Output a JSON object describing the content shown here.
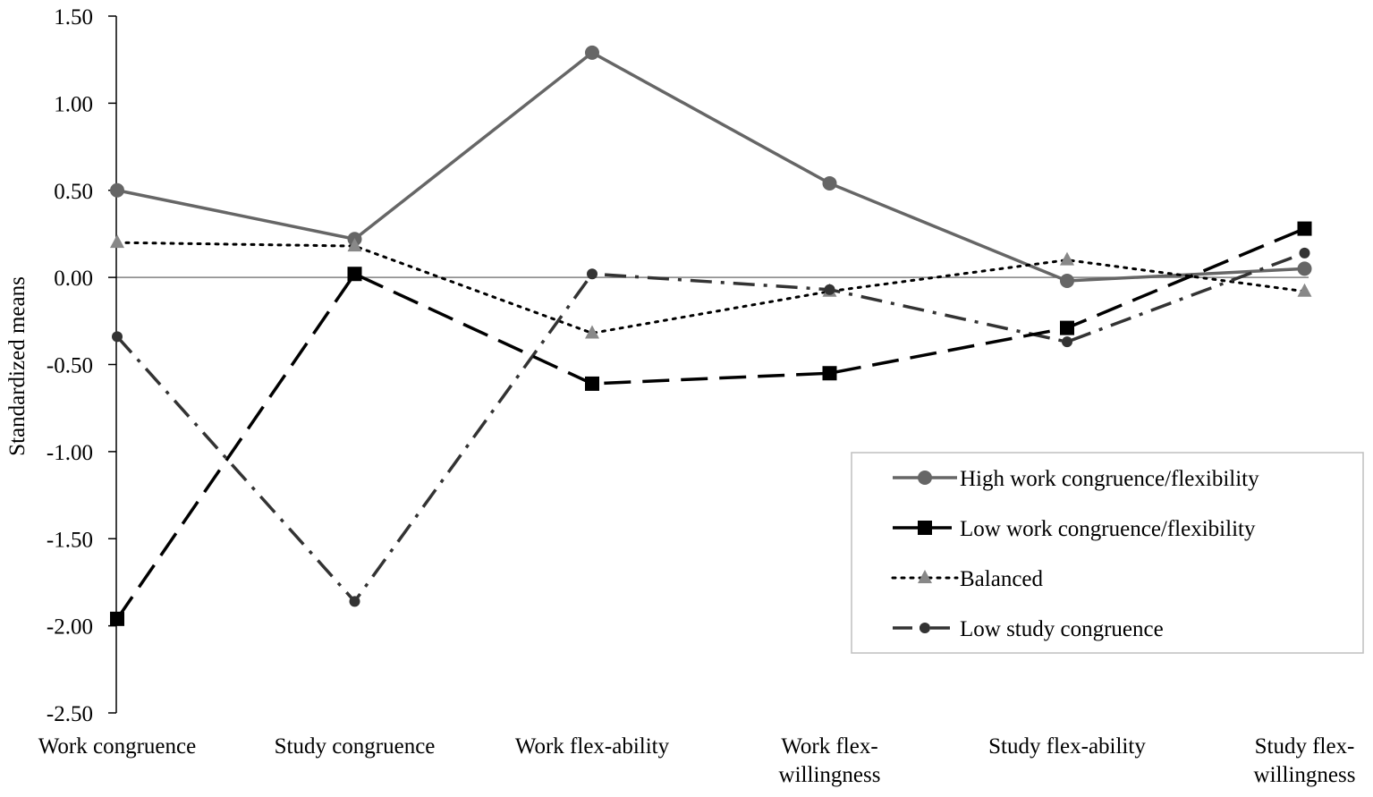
{
  "chart_data": {
    "type": "line",
    "title": "",
    "ylabel": "Standardized means",
    "xlabel": "",
    "ylim": [
      -2.5,
      1.5
    ],
    "yticks": [
      1.5,
      1.0,
      0.5,
      0.0,
      -0.5,
      -1.0,
      -1.5,
      -2.0,
      -2.5
    ],
    "ytick_labels": [
      "1.50",
      "1.00",
      "0.50",
      "0.00",
      "-0.50",
      "-1.00",
      "-1.50",
      "-2.00",
      "-2.50"
    ],
    "categories": [
      [
        "Work congruence"
      ],
      [
        "Study congruence"
      ],
      [
        "Work flex-ability"
      ],
      [
        "Work flex-",
        "willingness"
      ],
      [
        "Study flex-ability"
      ],
      [
        "Study flex-",
        "willingness"
      ]
    ],
    "legend_position": "lower-right",
    "grid": false,
    "series": [
      {
        "name": "High work congruence/flexibility",
        "values": [
          0.5,
          0.22,
          1.29,
          0.54,
          -0.02,
          0.05
        ],
        "color": "#666666",
        "dash": "solid",
        "marker": "circle"
      },
      {
        "name": "Low work congruence/flexibility",
        "values": [
          -1.96,
          0.02,
          -0.61,
          -0.55,
          -0.29,
          0.28
        ],
        "color": "#000000",
        "dash": "long-dash",
        "marker": "square"
      },
      {
        "name": "Balanced",
        "values": [
          0.2,
          0.18,
          -0.32,
          -0.08,
          0.1,
          -0.08
        ],
        "color": "#000000",
        "marker_color": "#888888",
        "dash": "dotted",
        "marker": "triangle"
      },
      {
        "name": "Low study congruence",
        "values": [
          -0.34,
          -1.86,
          0.02,
          -0.07,
          -0.37,
          0.14
        ],
        "color": "#333333",
        "dash": "dash-dot",
        "marker": "circle-small"
      }
    ]
  }
}
